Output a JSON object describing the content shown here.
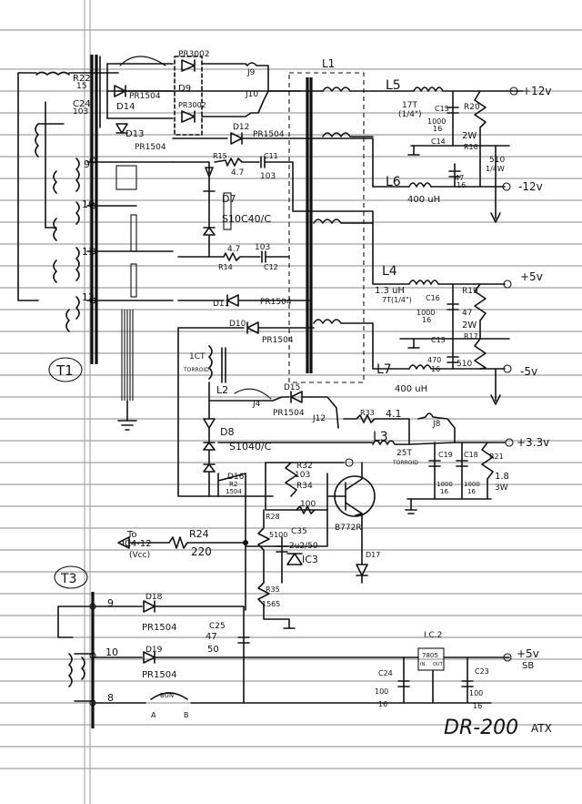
{
  "drawing": {
    "title": "DR-200",
    "title_suffix": "ATX"
  },
  "transformers": {
    "t1": "T1",
    "t3": "T3",
    "pins": [
      "9",
      "10",
      "11",
      "12"
    ],
    "t3_pins": [
      "9",
      "10",
      "8"
    ]
  },
  "outputs": {
    "p12": "+12v",
    "n12": "-12v",
    "p5": "+5v",
    "n5": "-5v",
    "p33": "+3.3v",
    "p5sb_a": "+5v",
    "p5sb_b": "SB"
  },
  "labels": {
    "r22": "R22",
    "r22v": "15",
    "c24a": "C24",
    "c24v": "103",
    "pr3002": "PR3002",
    "pr3002b": "PR3002",
    "d9": "D9",
    "d14": "D14",
    "d14t": "PR1504",
    "d13": "D13",
    "d13t": "PR1504",
    "j9": "J9",
    "j10": "J10",
    "l1": "L1",
    "l5": "L5",
    "l5t": "17T",
    "l5s": "(1/4\")",
    "c15": "C15",
    "c15v": "1000",
    "c15u": "16",
    "r20": "R20",
    "r20v": "2W",
    "c14": "C14",
    "r16": "R16",
    "r16v": "510",
    "r16w": "1/4W",
    "d12": "D12",
    "d12t": "PR1504",
    "r15": "R15",
    "r15v": "4.7",
    "c11": "C11",
    "c11v": "103",
    "l6": "L6",
    "l6v": "400 uH",
    "c6v": "47",
    "c6u": "16",
    "d7": "D7",
    "d7t": "S10C40/C",
    "r14": "R14",
    "r14v": "4.7",
    "c12": "C12",
    "c12v": "103",
    "l4": "L4",
    "l4v": "1.3 uH",
    "l4t": "7T(1/4\")",
    "c16": "C16",
    "c16v": "1000",
    "c16u": "16",
    "r19": "R19",
    "r19v": "2W",
    "r19c": "47",
    "d11": "D11",
    "d11t": "PR1504",
    "d10": "D10",
    "d10t": "PR1504",
    "c13": "C13",
    "r17": "R17",
    "l7": "L7",
    "l7v": "400 uH",
    "c7v": "470",
    "c7u": "16",
    "r18v": "510",
    "t2a": "1CT",
    "t2b": "TORROID",
    "l2": "L2",
    "j4": "J4",
    "d15": "D15",
    "d15t": "PR1504",
    "j12": "J12",
    "r33": "R33",
    "r33v": "4.1",
    "j8": "J8",
    "d8": "D8",
    "d8t": "S1040/C",
    "l3": "L3",
    "l3t": "25T",
    "l3s": "TORROID",
    "c19": "C19",
    "c19v": "1000",
    "c19u": "16",
    "c18": "C18",
    "c18v": "1000",
    "c18u": "16",
    "r21": "R21",
    "r21v": "1.8",
    "r21w": "3W",
    "d16": "D16",
    "r2": "R2",
    "r2v": "1504",
    "r32": "R32",
    "r32v": "103",
    "r34": "R34",
    "r34v": "100",
    "q": "B772R",
    "r28": "R28",
    "r28v": "5100",
    "c35": "C35",
    "c35v": "2u2/50",
    "ic3": "IC3",
    "d17": "D17",
    "to": "To",
    "to2": "IC4-12",
    "to3": "(Vcc)",
    "r24": "R24",
    "r24v": "220",
    "r35": "R35",
    "r35v": "1565",
    "d18": "D18",
    "d18t": "PR1504",
    "c25": "C25",
    "c25v": "47",
    "c25u": "50",
    "d19": "D19",
    "d19t": "PR1504",
    "ic2": "I.C.2",
    "ic2v": "7805",
    "ic2a": "IN",
    "ic2b": "OUT",
    "c24b": "C24",
    "c24bv": "100",
    "c24bu": "16",
    "c23": "C23",
    "c23v": "100",
    "c23u": "16",
    "bun": "BUN",
    "bun_a": "A",
    "bun_b": "B"
  }
}
